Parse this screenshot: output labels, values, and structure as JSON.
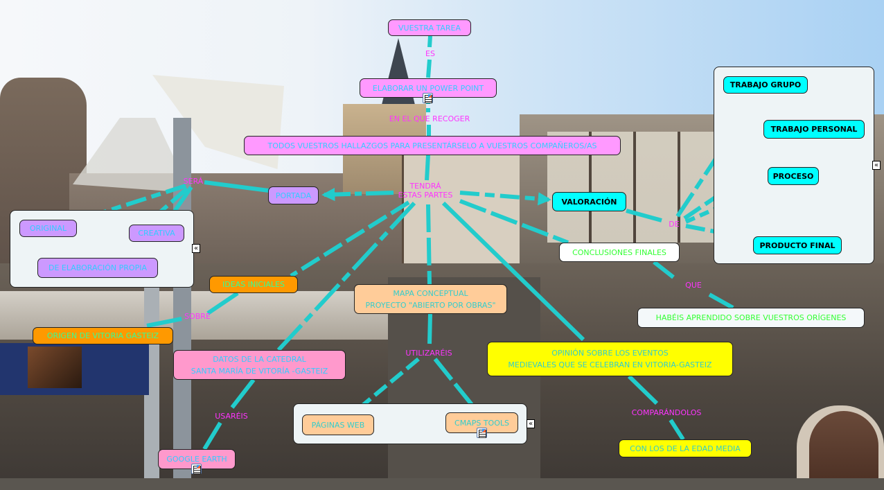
{
  "map": {
    "title": "MAPA CONCEPTUAL\nPROYECTO \"ABIERTO POR OBRAS\"",
    "accent_line_color": "#22cccc",
    "phrase_color": "#ff33ff"
  },
  "nodes": {
    "vuestra_tarea": "VUESTRA TAREA",
    "power_point": "ELABORAR UN POWER POINT",
    "hallazgos": "TODOS VUESTROS HALLAZGOS PARA PRESENTÁRSELO A VUESTROS COMPAÑEROS/AS",
    "portada": "PORTADA",
    "original": "ORIGINAL",
    "creativa": "CREATIVA",
    "elaboracion_propia": "DE ELABORACIÓN PROPIA",
    "ideas_iniciales": "IDEAS INICIALES",
    "origen_vitoria": "ORIGEN DE VITORIA GASTEIZ",
    "mapa_line1": "MAPA CONCEPTUAL",
    "mapa_line2": "PROYECTO \"ABIERTO POR OBRAS\"",
    "catedral_line1": "DATOS DE LA CATEDRAL",
    "catedral_line2": "SANTA MARÍA DE VITORÍA -GASTEIZ",
    "google_earth": "GOOGLE EARTH",
    "paginas_web": "PÁGINAS WEB",
    "cmaps_tools": "CMAPS TOOLS",
    "valoracion": "VALORACIÓN",
    "trabajo_grupo": "TRABAJO GRUPO",
    "trabajo_personal": "TRABAJO PERSONAL",
    "proceso": "PROCESO",
    "producto_final": "PRODUCTO FINAL",
    "conclusiones": "CONCLUSIONES FINALES",
    "origenes": "HABÉIS APRENDIDO SOBRE VUESTROS ORÍGENES",
    "opinion_line1": "OPINIÓN SOBRE LOS EVENTOS",
    "opinion_line2": "MEDIEVALES QUE SE CELEBRAN EN VITORIA-GASTEIZ",
    "edad_media": "CON LOS DE LA EDAD MEDIA"
  },
  "phrases": {
    "es": "ES",
    "en_el_que": "EN EL QUE RECOGER",
    "tendra_1": "TENDRÁ",
    "tendra_2": "ESTAS PARTES",
    "sera": "SERÁ",
    "sobre": "SOBRE",
    "utilizareis": "UTILIZARÉIS",
    "usareis": "USARÉIS",
    "de": "DE",
    "que": "QUE",
    "comparandolos": "COMPARÁNDOLOS"
  },
  "icons": {
    "collapse": "«",
    "resource": "resource-document-icon"
  }
}
